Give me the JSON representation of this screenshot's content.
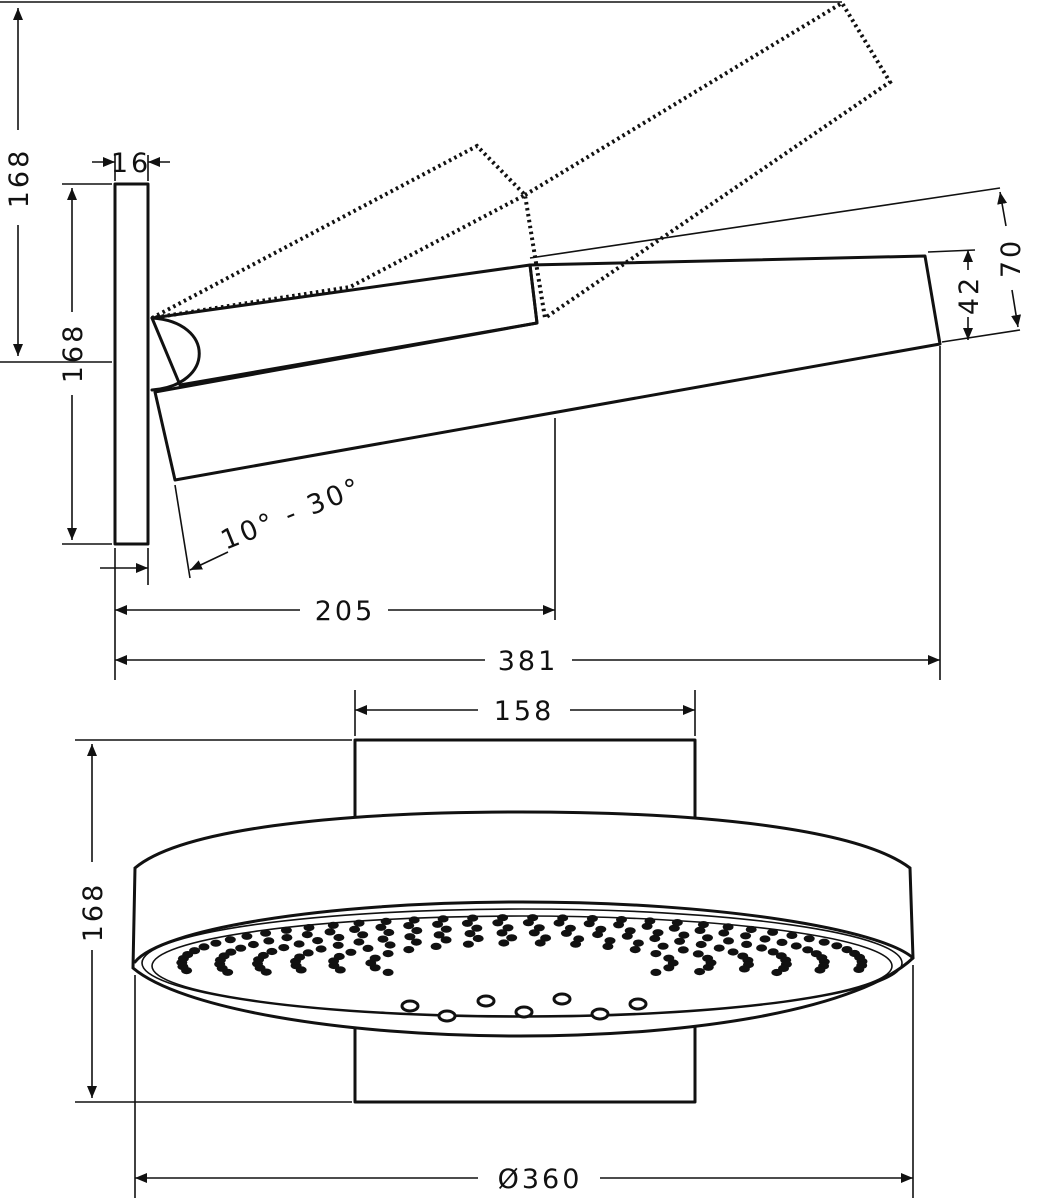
{
  "side_view": {
    "dim_top_height": "168",
    "dim_plate_thickness": "16",
    "dim_plate_height": "168",
    "dim_head_thickness": "70",
    "dim_arm_thickness": "42",
    "dim_angle": "10° - 30°",
    "dim_arm_reach": "205",
    "dim_total_length": "381"
  },
  "front_view": {
    "dim_mount_width": "158",
    "dim_height": "168",
    "dim_diameter": "Ø360"
  }
}
